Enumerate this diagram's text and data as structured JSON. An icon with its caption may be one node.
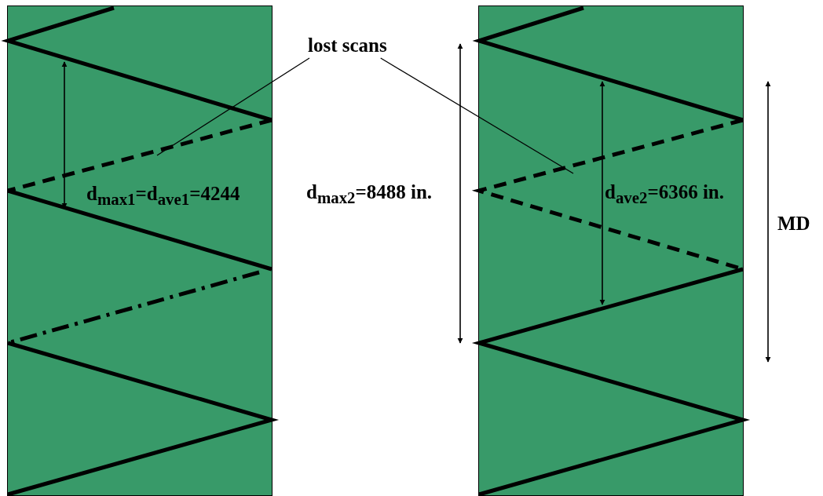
{
  "diagram": {
    "nodes": [
      {
        "text": [],
        "shape": "box"
      },
      {
        "text": [],
        "shape": "box"
      },
      {
        "text": [
          "lost scans"
        ]
      }
    ],
    "edges": [
      {
        "from": 2,
        "to": 0,
        "arrow": "none"
      },
      {
        "from": 2,
        "to": 1,
        "arrow": "none"
      }
    ],
    "labels": [
      "d$_{max1}$=d$_{ave1}$=4244",
      "d$_{max2}$=8488 in.",
      "d$_{ave2}$=6366 in.",
      "MD"
    ]
  }
}
